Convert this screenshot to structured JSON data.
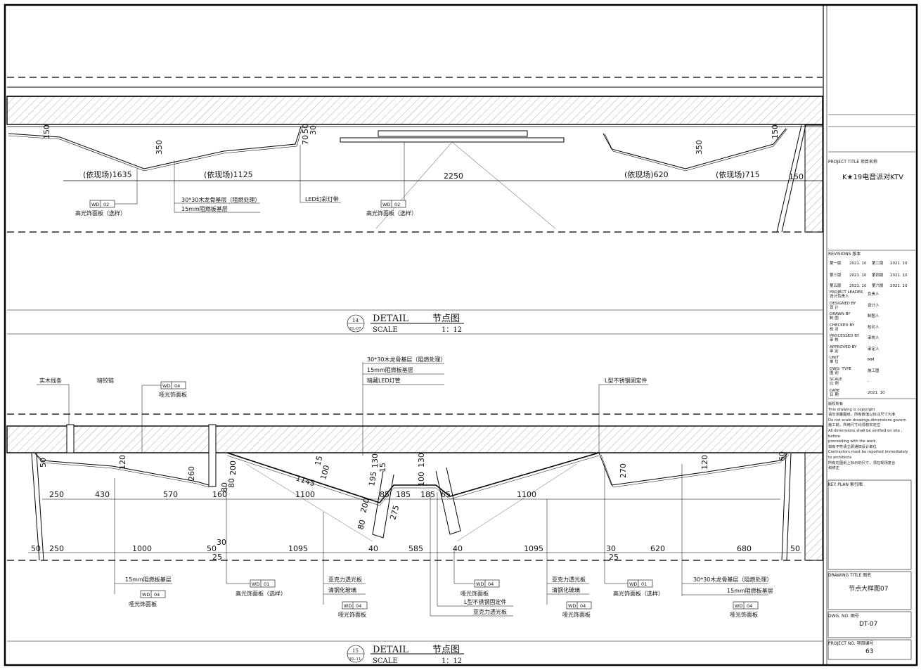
{
  "detail14": {
    "dims_top": [
      "(依现场)1635",
      "(依现场)1125",
      "2250",
      "(依现场)620",
      "(依现场)715",
      "150"
    ],
    "dims_vert": [
      "150",
      "350",
      "70",
      "50",
      "30",
      "350",
      "150"
    ],
    "tags": [
      {
        "code": "WD",
        "num": "02",
        "label": "高光饰面板（选样）"
      },
      {
        "code": "WD",
        "num": "02",
        "label": "高光饰面板（选样）"
      }
    ],
    "notes": [
      "30*30木龙骨基层（阻燃处理）",
      "15mm阻燃板基层",
      "LED幻彩灯带"
    ],
    "title": {
      "num": "14",
      "ref": "EL-07",
      "detail": "DETAIL",
      "cn": "节点图",
      "scale_label": "SCALE",
      "scale": "1：12"
    }
  },
  "detail15": {
    "top_notes": [
      "30*30木龙骨基层（阻燃处理）",
      "15mm阻燃板基层",
      "暗藏LED灯管"
    ],
    "left_notes": [
      "实木线条",
      "暗铰链",
      "哑光饰面板",
      "L型不锈钢固定件"
    ],
    "tag_top": {
      "code": "WD",
      "num": "04"
    },
    "dims_row1": [
      "250",
      "430",
      "570",
      "160",
      "1100",
      "85",
      "185",
      "185",
      "65",
      "1100"
    ],
    "dims_row2": [
      "50",
      "250",
      "1000",
      "50",
      "1095",
      "40",
      "585",
      "40",
      "1095",
      "30",
      "620",
      "680",
      "50"
    ],
    "dims_small": [
      "30",
      "25",
      "25"
    ],
    "dims_vert": [
      "50",
      "120",
      "260",
      "200",
      "80",
      "100",
      "15",
      "1145",
      "130",
      "195",
      "15",
      "100",
      "130",
      "200",
      "275",
      "80",
      "270",
      "120",
      "60",
      "80"
    ],
    "bottom_tags": [
      {
        "code": "WD",
        "num": "04",
        "label": "哑光饰面板",
        "note": "15mm阻燃板基层"
      },
      {
        "code": "WD",
        "num": "01",
        "label": "高光饰面板（选样）"
      },
      {
        "code": "WD",
        "num": "04",
        "label": "哑光饰面板",
        "note": "亚克力透光板",
        "note2": "清钢化玻璃"
      },
      {
        "code": "WD",
        "num": "04",
        "label": "哑光饰面板",
        "note": "L型不锈钢固定件",
        "note2": "亚克力透光板"
      },
      {
        "code": "WD",
        "num": "04",
        "label": "哑光饰面板",
        "note": "亚克力透光板",
        "note2": "清钢化玻璃"
      },
      {
        "code": "WD",
        "num": "01",
        "label": "高光饰面板（选样）"
      },
      {
        "code": "WD",
        "num": "04",
        "label": "哑光饰面板",
        "note": "30*30木龙骨基层（阻燃处理）",
        "note2": "15mm阻燃板基层"
      }
    ],
    "title": {
      "num": "15",
      "ref": "EL-11",
      "detail": "DETAIL",
      "cn": "节点图",
      "scale_label": "SCALE",
      "scale": "1：12"
    }
  },
  "titleblock": {
    "project_title_label": "PROJECT TITLE   项目名称",
    "project_title": "K★19电音派对KTV",
    "revisions_label": "REVISIONS  版本",
    "revisions": [
      {
        "a": "第一版",
        "ad": "2021. 10",
        "b": "第二版",
        "bd": "2021. 10"
      },
      {
        "a": "第三版",
        "ad": "2021. 10",
        "b": "第四版",
        "bd": "2021. 10"
      },
      {
        "a": "第五版",
        "ad": "2021. 10",
        "b": "第六版",
        "bd": "2021. 10"
      }
    ],
    "fields": [
      {
        "en": "PROJECT LEADER",
        "cn": "设计负责人",
        "val": "负责人"
      },
      {
        "en": "DESIGNED BY",
        "cn": "设  计",
        "val": "设计人"
      },
      {
        "en": "DRAWN BY",
        "cn": "制  图",
        "val": "制图人"
      },
      {
        "en": "CHECKED BY",
        "cn": "校  对",
        "val": "校对人"
      },
      {
        "en": "PROCESSED BY",
        "cn": "审  核",
        "val": "审核人"
      },
      {
        "en": "APPROVED BY",
        "cn": "审  定",
        "val": "审定人"
      },
      {
        "en": "UNIT",
        "cn": "单  位",
        "val": "MM"
      },
      {
        "en": "DWG. TYPE",
        "cn": "图  别",
        "val": "施工图"
      },
      {
        "en": "SCALE",
        "cn": "比  例",
        "val": "-"
      },
      {
        "en": "DATE",
        "cn": "日  期",
        "val": "2021. 10"
      }
    ],
    "copyright": [
      "版权所有",
      "This drawing is copyright",
      "请勿测量图纸，所有数值以标注尺寸为准",
      "Do not scale drawings,dimensions govern",
      "施工前，所用尺寸均须核实定位",
      "All dimensions shall be verified on site , before",
      "proceeding with the work",
      "如有不符请立即通知设计单位",
      "Contractors must be reported immediately",
      "to architects",
      "所有在图纸上标示的尺寸，须在现场复合",
      "和修正"
    ],
    "key_plan_label": "KEY PLAN   索引图",
    "drawing_title_label": "DRAWING TITLE   图名",
    "drawing_title": "节点大样图07",
    "dwg_no_label": "DWG.  NO.        图号",
    "dwg_no": "DT-07",
    "project_no_label": "PROJECT NO.   项目编号",
    "project_no": "63"
  }
}
